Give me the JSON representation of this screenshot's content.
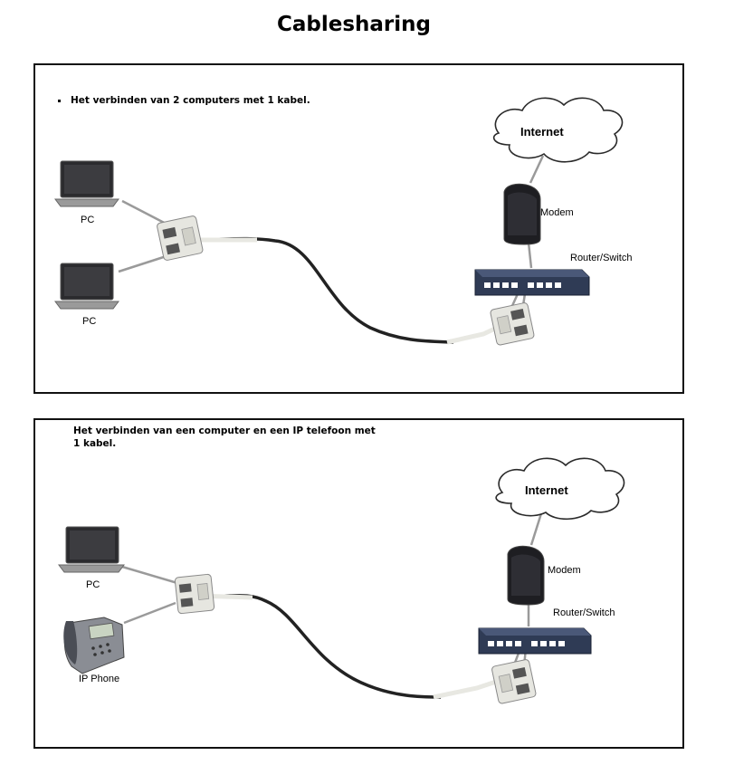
{
  "title": "Cablesharing",
  "panels": [
    {
      "caption": "Het verbinden van 2 computers met 1 kabel.",
      "devices": {
        "pc_top": "PC",
        "pc_bottom": "PC",
        "internet": "Internet",
        "modem": "Modem",
        "router": "Router/Switch"
      }
    },
    {
      "caption": "Het verbinden van een computer en een IP telefoon met 1 kabel.",
      "devices": {
        "pc": "PC",
        "phone": "IP Phone",
        "internet": "Internet",
        "modem": "Modem",
        "router": "Router/Switch"
      }
    }
  ],
  "colors": {
    "cable": "#222222",
    "patch_cable": "#9a9a9a",
    "device_dark": "#1e1e22",
    "router_blue": "#2f3b55",
    "splitter": "#e6e6e0"
  }
}
